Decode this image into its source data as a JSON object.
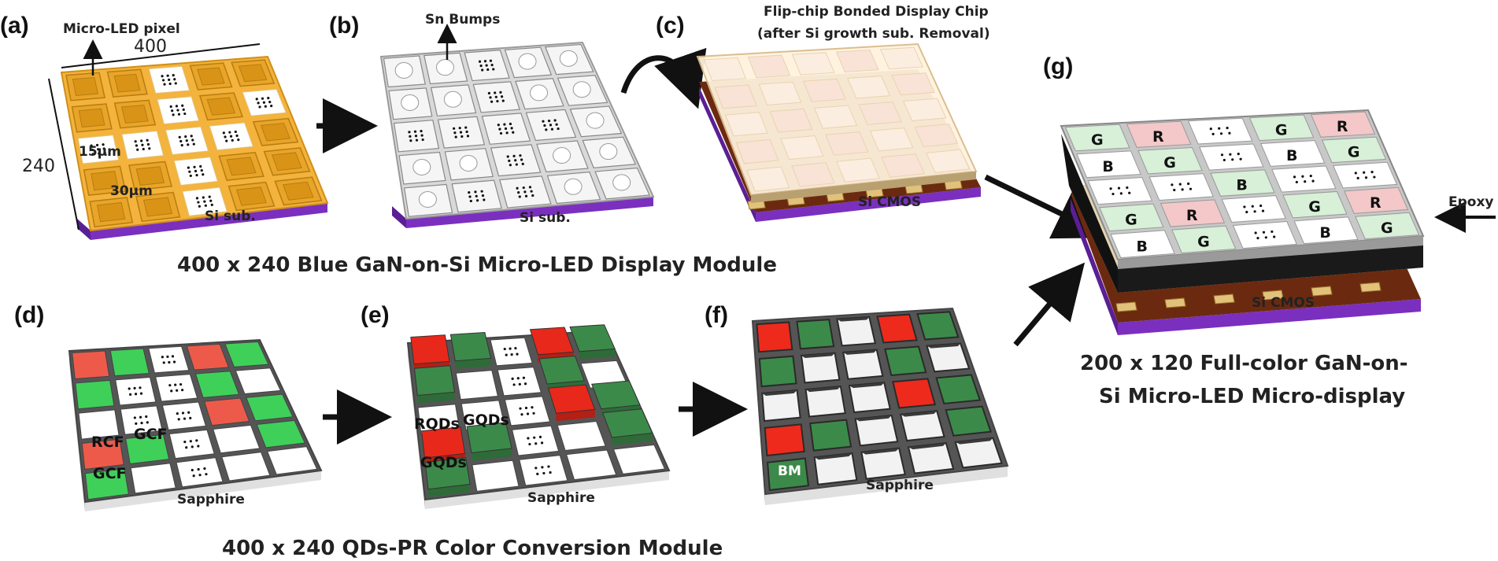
{
  "panels": {
    "a": "(a)",
    "b": "(b)",
    "c": "(c)",
    "d": "(d)",
    "e": "(e)",
    "f": "(f)",
    "g": "(g)"
  },
  "annotations": {
    "micro_led_pixel": "Micro-LED pixel",
    "dim_400": "400",
    "dim_240": "240",
    "pitch_15": "15μm",
    "pitch_30": "30μm",
    "si_sub_a": "Si sub.",
    "sn_bumps": "Sn Bumps",
    "si_sub_b": "Si sub.",
    "flip_chip_line1": "Flip-chip Bonded Display Chip",
    "flip_chip_line2": "(after Si growth sub. Removal)",
    "si_cmos_c": "Si CMOS",
    "epoxy": "Epoxy",
    "si_cmos_g": "Si CMOS",
    "sapphire_d": "Sapphire",
    "sapphire_e": "Sapphire",
    "sapphire_f": "Sapphire",
    "rcf": "RCF",
    "gcf_1": "GCF",
    "gcf_2": "GCF",
    "rqds": "RQDs",
    "gqds_1": "GQDs",
    "gqds_2": "GQDs",
    "bm": "BM"
  },
  "captions": {
    "display_module": "400 x 240 Blue GaN-on-Si Micro-LED Display Module",
    "conversion_module": "400 x 240 QDs-PR Color Conversion Module",
    "full_color_line1": "200 x 120 Full-color GaN-on-",
    "full_color_line2": "Si Micro-LED Micro-display"
  },
  "grid_g_labels": [
    "G",
    "R",
    "G",
    "R",
    "B",
    "G",
    "B",
    "G",
    "B",
    "G",
    "R",
    "G",
    "R",
    "B",
    "G",
    "B",
    "G"
  ],
  "colors": {
    "gold": "#e8a52a",
    "purple": "#7b2fbf",
    "gray_frame": "#5a5a5a",
    "red": "#ee3322",
    "green": "#2ec24a",
    "dark_green": "#3c8a4a",
    "light_green": "#d7f0d7",
    "light_red": "#f4c8c8",
    "cmos": "#6b2a10"
  }
}
